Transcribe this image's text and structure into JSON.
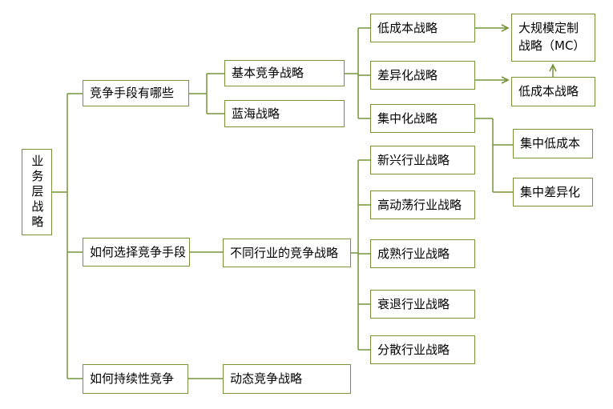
{
  "colors": {
    "line": "#77933C",
    "text": "#000000",
    "background": "#FFFFFF"
  },
  "diagram": {
    "type": "tree-flowchart",
    "nodes": {
      "root": "业务层战略",
      "methods": "竞争手段有哪些",
      "basic": "基本竞争战略",
      "blue_ocean": "蓝海战略",
      "low_cost": "低成本战略",
      "differentiation": "差异化战略",
      "focus": "集中化战略",
      "mc_line1": "大规模定制",
      "mc_line2": "战略（MC）",
      "low_cost_right": "低成本战略",
      "focus_low_cost": "集中低成本",
      "focus_differentiation": "集中差异化",
      "choose": "如何选择竞争手段",
      "industry": "不同行业的竞争战略",
      "emerging": "新兴行业战略",
      "turbulent": "高动荡行业战略",
      "mature": "成熟行业战略",
      "declining": "衰退行业战略",
      "fragmented": "分散行业战略",
      "sustain": "如何持续性竞争",
      "dynamic": "动态竞争战略"
    }
  }
}
